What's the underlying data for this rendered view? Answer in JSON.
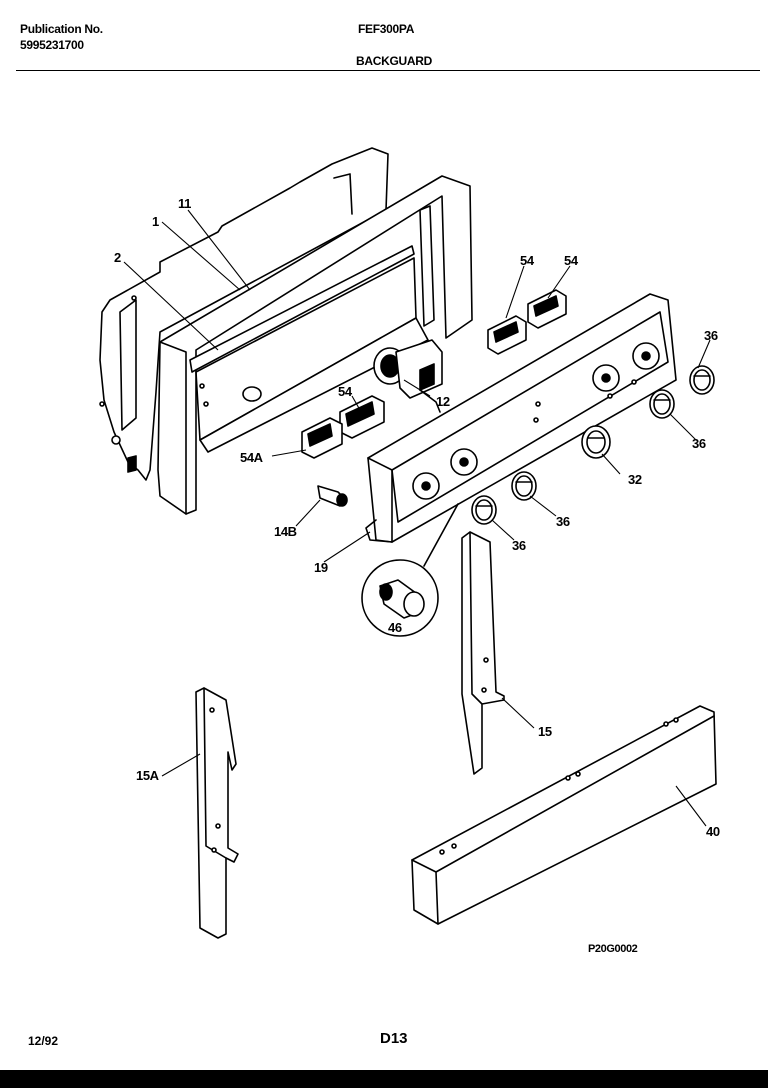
{
  "header": {
    "publication_label": "Publication No.",
    "publication_number": "5995231700",
    "model": "FEF300PA",
    "section": "BACKGUARD"
  },
  "callouts": {
    "c1": "1",
    "c11": "11",
    "c2": "2",
    "c54a_top": "54",
    "c54b_top": "54",
    "c36_a": "36",
    "c12": "12",
    "c54_mid": "54",
    "c36_b": "36",
    "c32": "32",
    "c54A": "54A",
    "c36_c": "36",
    "c14B": "14B",
    "c36_d": "36",
    "c19": "19",
    "c46": "46",
    "c15": "15",
    "c15A": "15A",
    "c40": "40"
  },
  "diagram_code": "P20G0002",
  "footer": {
    "date": "12/92",
    "page": "D13"
  }
}
